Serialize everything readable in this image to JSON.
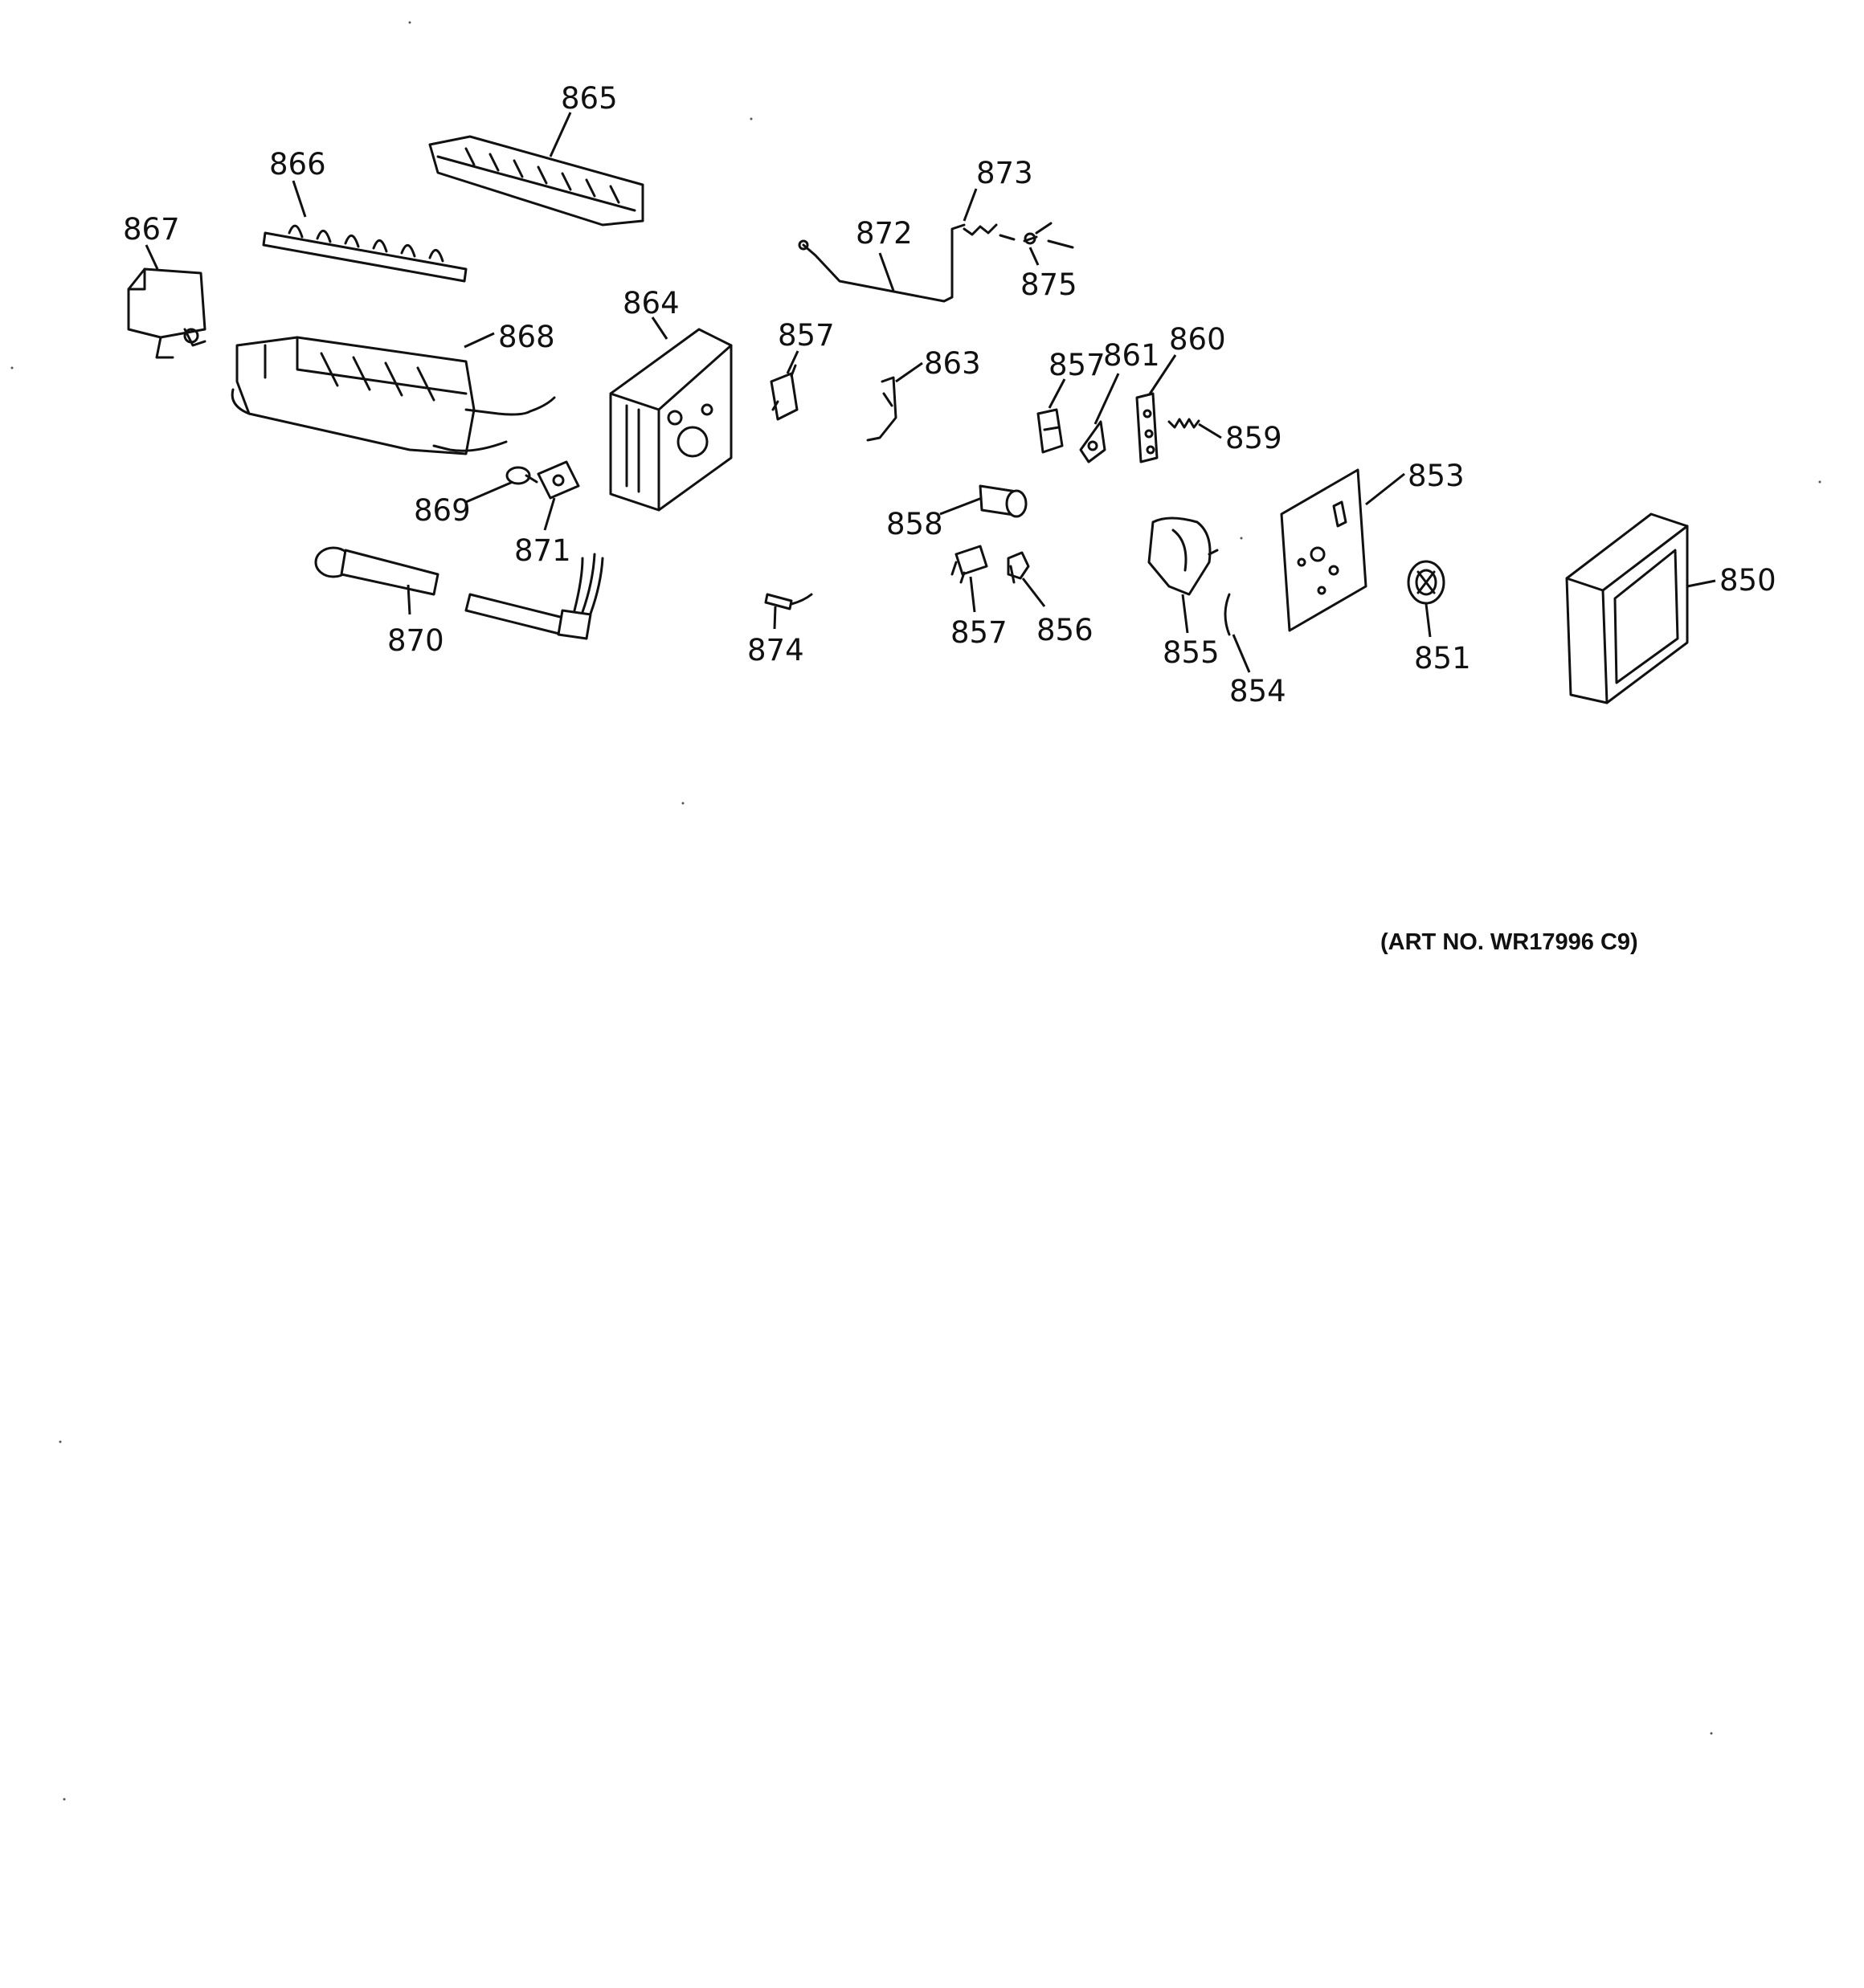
{
  "diagram": {
    "art_number": "(ART NO. WR17996 C9)",
    "callouts": {
      "p850": "850",
      "p851": "851",
      "p853": "853",
      "p854": "854",
      "p855": "855",
      "p856": "856",
      "p857a": "857",
      "p857b": "857",
      "p857c": "857",
      "p858": "858",
      "p859": "859",
      "p860": "860",
      "p861": "861",
      "p863": "863",
      "p864": "864",
      "p865": "865",
      "p866": "866",
      "p867": "867",
      "p868": "868",
      "p869": "869",
      "p870": "870",
      "p871": "871",
      "p872": "872",
      "p873": "873",
      "p874": "874",
      "p875": "875"
    }
  }
}
